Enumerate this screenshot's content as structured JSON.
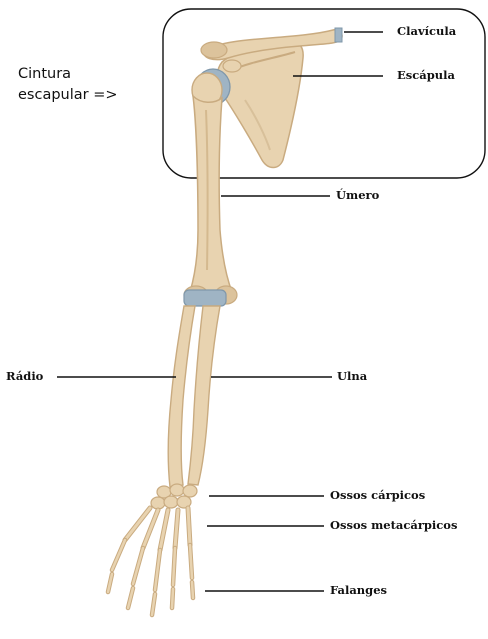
{
  "side_note": {
    "line1": "Cintura",
    "line2": "escapular =>"
  },
  "labels": {
    "clavicula": "Clavícula",
    "escapula": "Escápula",
    "umero": "Úmero",
    "radio": "Rádio",
    "ulna": "Ulna",
    "carpicos": "Ossos cárpicos",
    "metacarpicos": "Ossos metacárpicos",
    "falanges": "Falanges"
  },
  "colors": {
    "bone": "#e8d3b0",
    "bone_shadow": "#c9ab80",
    "cartilage": "#9fb4c4",
    "line": "#111111"
  }
}
